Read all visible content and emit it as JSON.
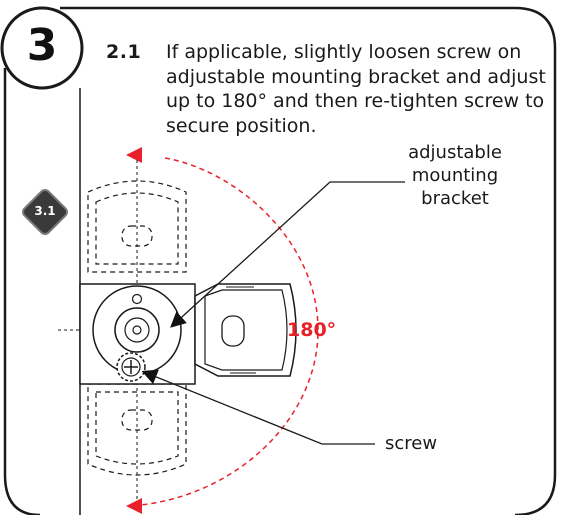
{
  "step": {
    "number": "3",
    "sub_badge": "3.1"
  },
  "instruction": {
    "number": "2.1",
    "lines": [
      "If applicable, slightly loosen screw on",
      "adjustable mounting bracket and adjust",
      "up to 180° and then re-tighten screw to",
      "secure position."
    ]
  },
  "callouts": {
    "bracket": [
      "adjustable",
      "mounting",
      "bracket"
    ],
    "screw": "screw",
    "angle": "180°"
  },
  "colors": {
    "outline": "#1a1a1a",
    "accent_red": "#e8202a",
    "badge_dark": "#3a3a3a"
  }
}
